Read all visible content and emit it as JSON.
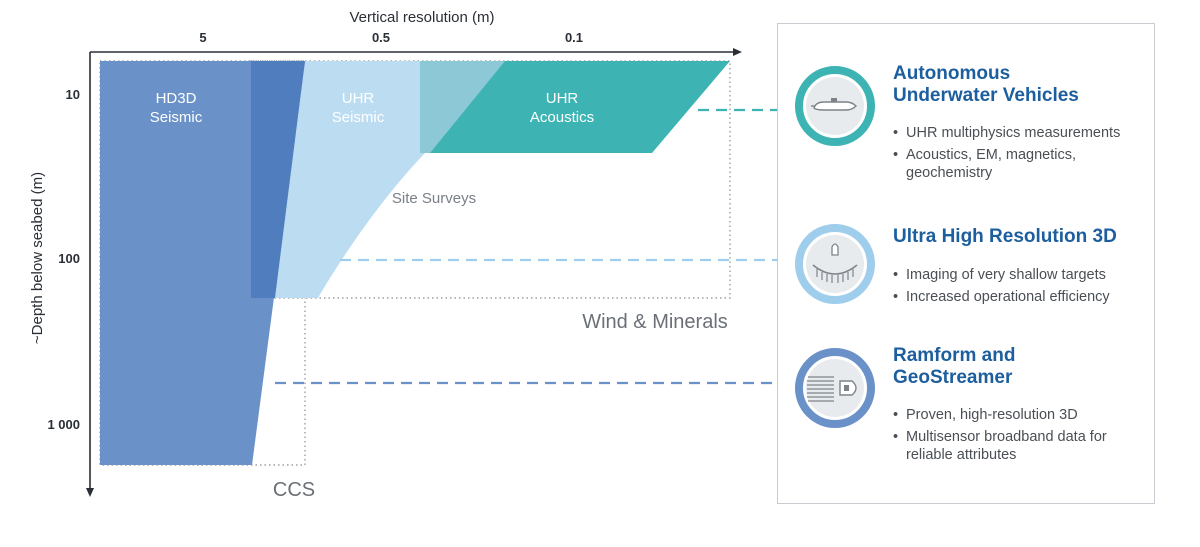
{
  "diagram": {
    "x_axis_title": "Vertical resolution (m)",
    "y_axis_title": "~Depth below seabed (m)",
    "x_ticks": [
      "5",
      "0.5",
      "0.1"
    ],
    "y_ticks": [
      "10",
      "100",
      "1 000"
    ],
    "regions": {
      "hd3d": "HD3D\nSeismic",
      "uhr_seismic": "UHR\nSeismic",
      "uhr_acoustics": "UHR\nAcoustics",
      "site_surveys": "Site Surveys",
      "wind_minerals": "Wind & Minerals",
      "ccs": "CCS"
    },
    "colors": {
      "hd3d": "#6a91c8",
      "hd3d_dark": "#4f7dbd",
      "uhr_seismic": "#bcdcf2",
      "uhr_acoustics": "#3db4b3",
      "overlap": "#8cc8d6",
      "axis": "#2a2f36"
    }
  },
  "panel": {
    "categories": [
      {
        "title": "Autonomous\nUnderwater Vehicles",
        "icon": "auv-icon",
        "color": "#3db4b3",
        "bullets": [
          "UHR multiphysics measurements",
          "Acoustics, EM, magnetics, geochemistry"
        ]
      },
      {
        "title": "Ultra High Resolution 3D",
        "icon": "uhr3d-icon",
        "color": "#9fcdec",
        "bullets": [
          "Imaging of very shallow targets",
          "Increased operational efficiency"
        ]
      },
      {
        "title": "Ramform and\nGeoStreamer",
        "icon": "ramform-icon",
        "color": "#6a91c8",
        "bullets": [
          "Proven, high-resolution 3D",
          "Multisensor broadband data for reliable attributes"
        ]
      }
    ]
  }
}
